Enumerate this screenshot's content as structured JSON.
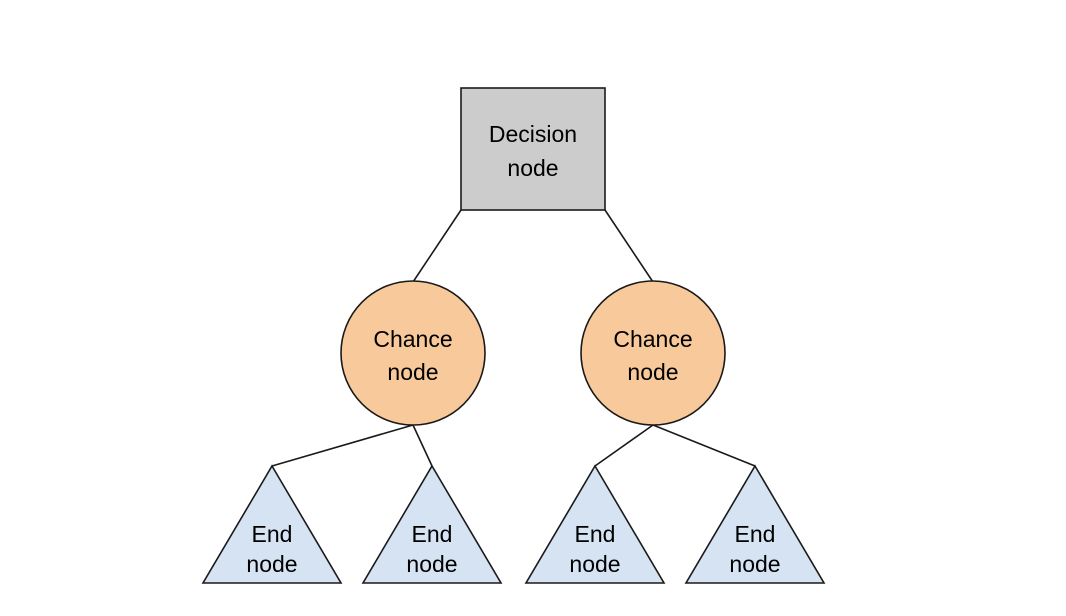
{
  "diagram": {
    "type": "decision-tree",
    "background_color": "#ffffff",
    "stroke_color": "#1a1a1a",
    "text_color": "#000000",
    "nodes": {
      "decision": {
        "shape": "rectangle",
        "fill_color": "#cccccc",
        "label_line1": "Decision",
        "label_line2": "node"
      },
      "chance_left": {
        "shape": "circle",
        "fill_color": "#f8c99b",
        "label_line1": "Chance",
        "label_line2": "node"
      },
      "chance_right": {
        "shape": "circle",
        "fill_color": "#f8c99b",
        "label_line1": "Chance",
        "label_line2": "node"
      },
      "end_1": {
        "shape": "triangle",
        "fill_color": "#d5e3f3",
        "label_line1": "End",
        "label_line2": "node"
      },
      "end_2": {
        "shape": "triangle",
        "fill_color": "#d5e3f3",
        "label_line1": "End",
        "label_line2": "node"
      },
      "end_3": {
        "shape": "triangle",
        "fill_color": "#d5e3f3",
        "label_line1": "End",
        "label_line2": "node"
      },
      "end_4": {
        "shape": "triangle",
        "fill_color": "#d5e3f3",
        "label_line1": "End",
        "label_line2": "node"
      }
    }
  }
}
